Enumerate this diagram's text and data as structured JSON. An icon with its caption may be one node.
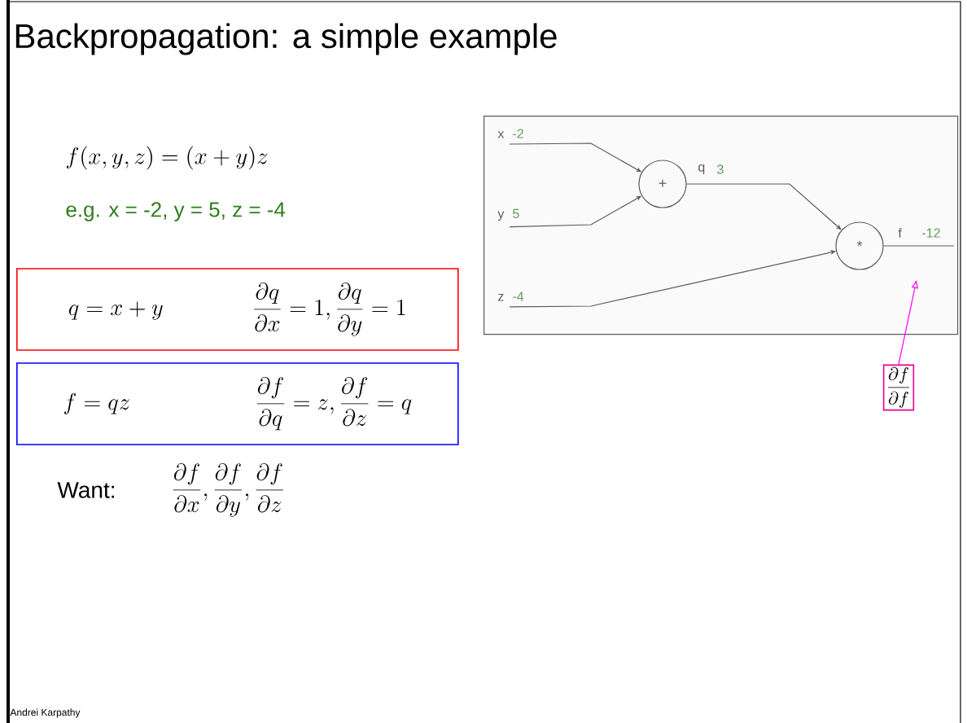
{
  "diagram": {
    "title": "Backpropagation: a simple example",
    "nodes": [
      {
        "text": [
          "q = x + y",
          "\\frac{\\partial q}{\\partial x} = 1, \\frac{\\partial q}{\\partial y} = 1"
        ]
      },
      {
        "text": [
          "f = qz",
          "\\frac{\\partial f}{\\partial q} = z, \\frac{\\partial f}{\\partial z} = q"
        ]
      },
      {
        "text": [],
        "shape": "box"
      },
      {
        "text": [
          "x",
          "-2"
        ],
        "in": 2
      },
      {
        "text": [
          "y",
          "5"
        ],
        "in": 2
      },
      {
        "text": [
          "z",
          "-4"
        ],
        "in": 2
      },
      {
        "text": [
          "+"
        ],
        "in": 2
      },
      {
        "text": [
          "*"
        ],
        "in": 2
      },
      {
        "text": [
          "\\frac{\\partial f}{\\partial f}"
        ]
      }
    ],
    "edges": [
      {
        "from": 3,
        "to": 6,
        "arrow": "to"
      },
      {
        "from": 4,
        "to": 6,
        "arrow": "to"
      },
      {
        "from": 5,
        "to": 7,
        "arrow": "to"
      },
      {
        "from": 6,
        "to": 7,
        "arrow": "to",
        "label": "q"
      },
      {
        "from": 7,
        "to": null,
        "arrow": "none",
        "label": "f"
      },
      {
        "from": 8,
        "to": null,
        "arrow": "to",
        "color": "#ff00ff"
      }
    ],
    "labels": [
      "f(x,y,z) = (x+y)z",
      "e.g. x = -2, y = 5, z = -4",
      "Want:",
      "\\frac{\\partial f}{\\partial x}, \\frac{\\partial f}{\\partial y}, \\frac{\\partial f}{\\partial z}",
      "3",
      "-12",
      "Andrei Karpathy"
    ]
  }
}
